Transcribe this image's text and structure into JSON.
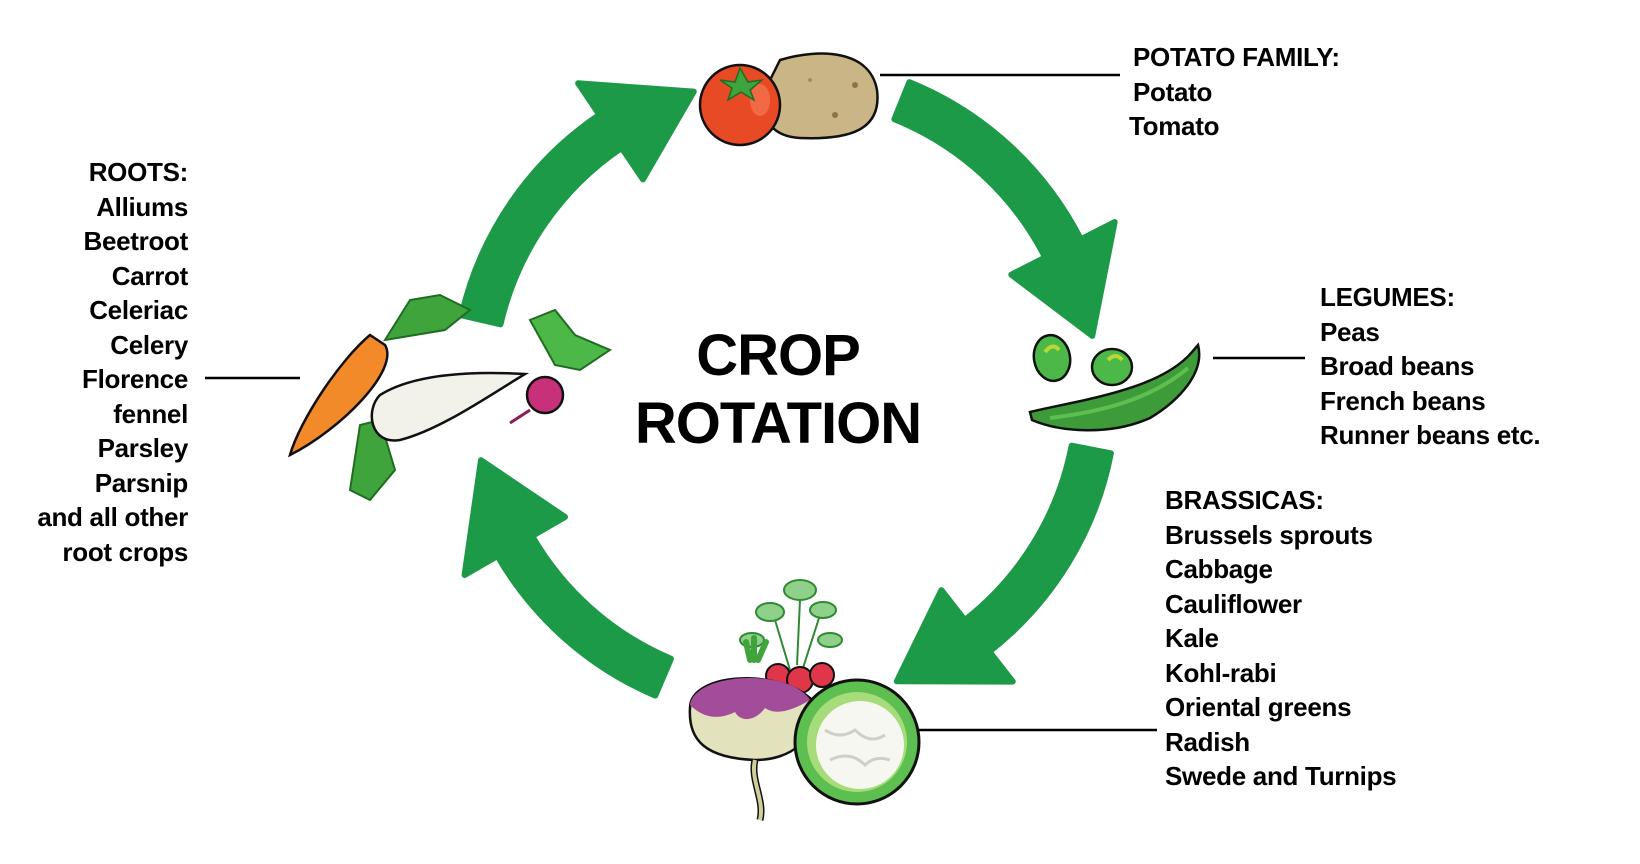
{
  "title": {
    "line1": "CROP",
    "line2": "ROTATION"
  },
  "colors": {
    "arrow": "#1c9a48",
    "text": "#000000",
    "leader": "#000000"
  },
  "groups": {
    "potato": {
      "heading": "POTATO FAMILY:",
      "items": [
        "Potato",
        "Tomato"
      ]
    },
    "legumes": {
      "heading": "LEGUMES:",
      "items": [
        "Peas",
        "Broad beans",
        "French beans",
        "Runner beans etc."
      ]
    },
    "brassicas": {
      "heading": "BRASSICAS:",
      "items": [
        "Brussels sprouts",
        "Cabbage",
        "Cauliflower",
        "Kale",
        "Kohl-rabi",
        "Oriental greens",
        "Radish",
        "Swede and Turnips"
      ]
    },
    "roots": {
      "heading": "ROOTS:",
      "items": [
        "Alliums",
        "Beetroot",
        "Carrot",
        "Celeriac",
        "Celery",
        "Florence",
        "fennel",
        "Parsley",
        "Parsnip",
        "and all other",
        "root crops"
      ]
    }
  },
  "cycle": [
    "roots",
    "potato",
    "legumes",
    "brassicas"
  ],
  "illustrations": [
    "tomato-potato-icon",
    "peas-pod-icon",
    "turnip-radish-cauliflower-icon",
    "carrot-parsnip-beetroot-icon"
  ]
}
